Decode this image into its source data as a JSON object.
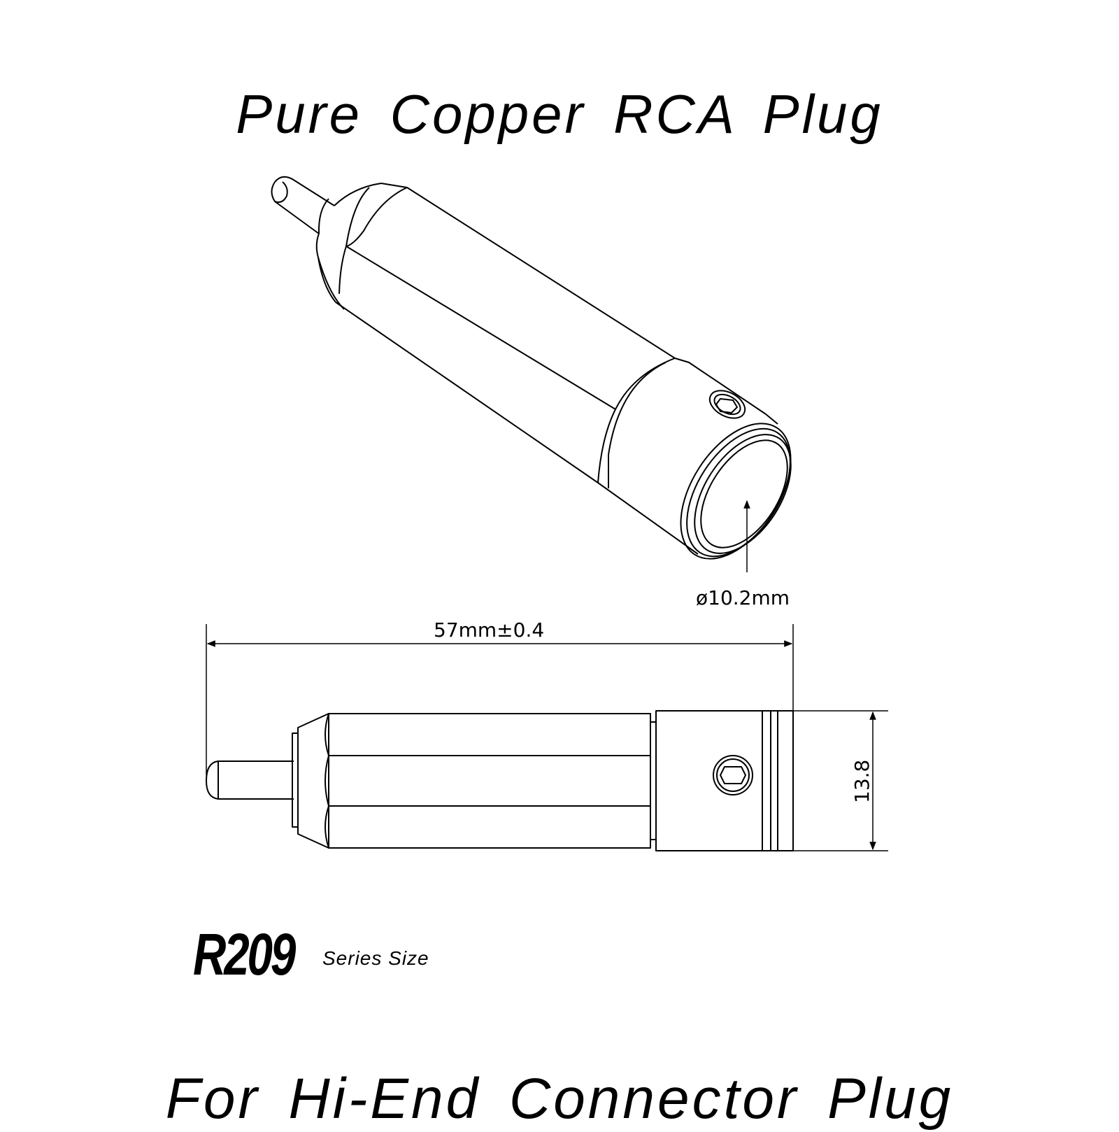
{
  "title_top": "Pure Copper RCA Plug",
  "title_bottom": "For Hi-End Connector Plug",
  "series": {
    "model": "R209",
    "label": "Series Size"
  },
  "dimensions": {
    "length": "57mm±0.4",
    "diameter": "ø10.2mm",
    "height": "13.8"
  },
  "colors": {
    "line": "#000000",
    "background": "#ffffff"
  }
}
